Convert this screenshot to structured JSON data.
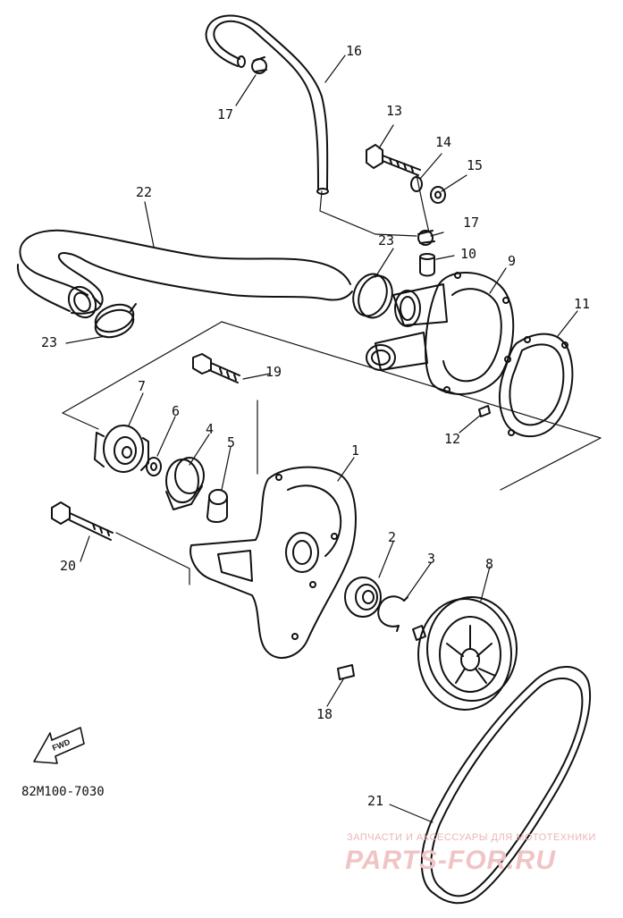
{
  "diagram": {
    "part_numbers": [
      "1",
      "2",
      "3",
      "4",
      "5",
      "6",
      "7",
      "8",
      "9",
      "10",
      "11",
      "12",
      "13",
      "14",
      "15",
      "16",
      "17",
      "17",
      "18",
      "19",
      "20",
      "21",
      "22",
      "23",
      "23"
    ],
    "fwd_label": "FWD",
    "diagram_code": "82M100-7030",
    "watermark_line1": "ЗАПЧАСТИ И АКСЕССУАРЫ ДЛЯ МОТОТЕХНИКИ",
    "watermark_line2": "PARTS-FOR.RU",
    "colors": {
      "ink": "#111111",
      "paper": "#ffffff",
      "watermark": "#e9b6b6"
    }
  }
}
